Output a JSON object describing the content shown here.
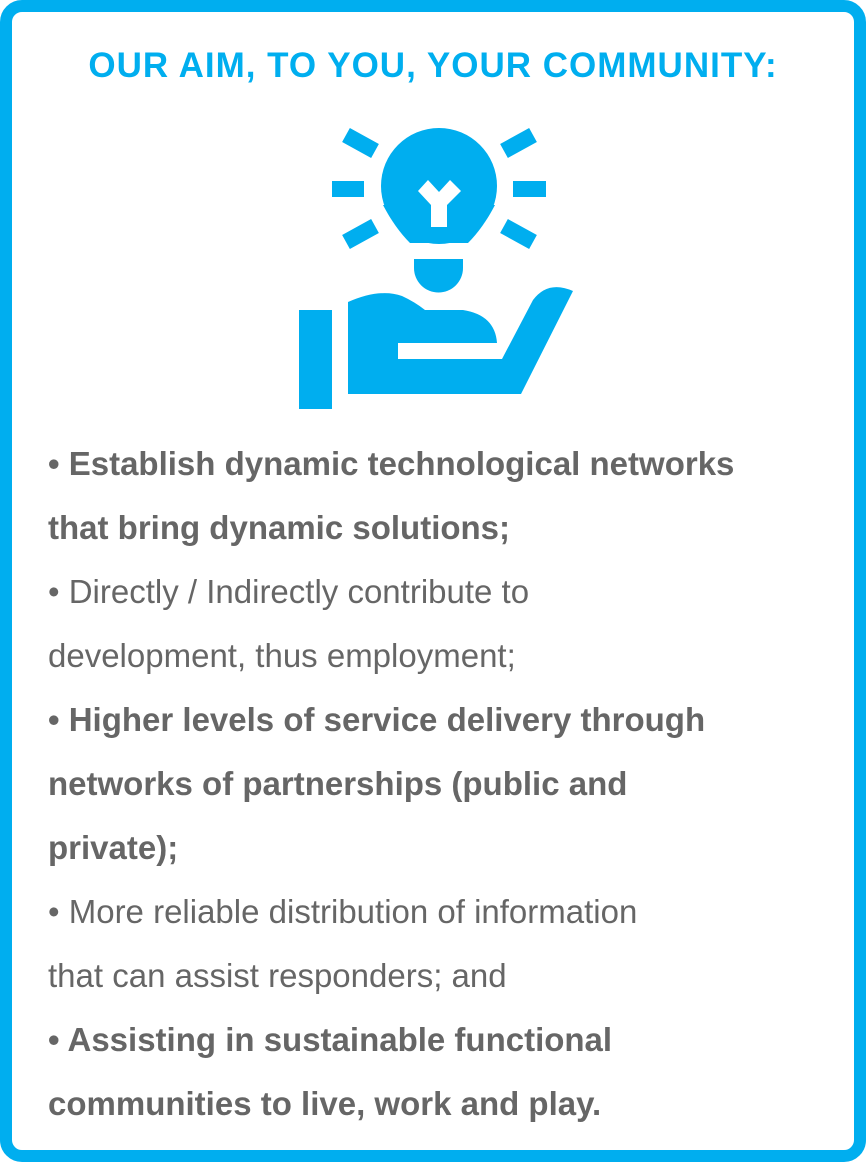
{
  "title": "OUR AIM, TO YOU, YOUR COMMUNITY:",
  "icon": "lightbulb-idea-hand-icon",
  "colors": {
    "accent": "#00aeef",
    "text": "#666666"
  },
  "items": [
    {
      "bold": true,
      "lines": [
        "• Establish dynamic technological networks",
        "that bring dynamic solutions;"
      ]
    },
    {
      "bold": false,
      "lines": [
        "• Directly / Indirectly contribute to",
        "development, thus employment;"
      ]
    },
    {
      "bold": true,
      "lines": [
        "• Higher levels of service delivery through",
        "networks of partnerships (public and",
        "private);"
      ]
    },
    {
      "bold": false,
      "lines": [
        "• More reliable distribution of information",
        "that can assist responders; and"
      ]
    },
    {
      "bold": true,
      "lines": [
        "• Assisting in sustainable functional",
        "communities to live, work and play."
      ]
    }
  ]
}
